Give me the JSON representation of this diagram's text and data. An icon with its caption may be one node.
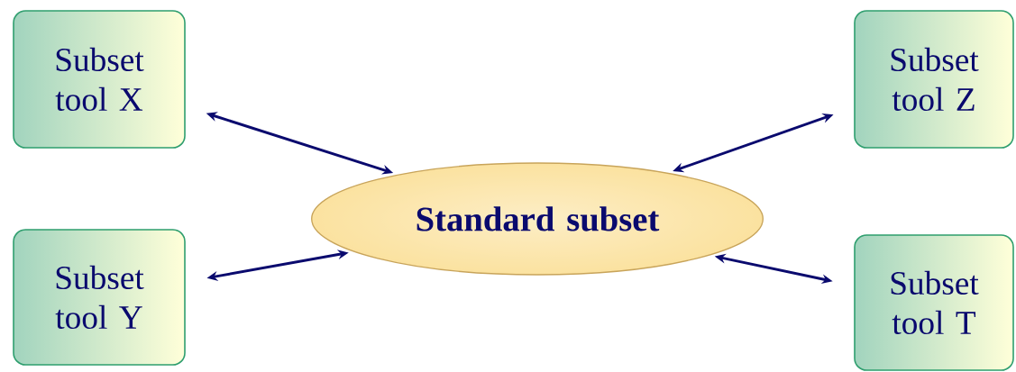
{
  "diagram": {
    "nodes": [
      {
        "text": [
          "Subset tool X"
        ]
      },
      {
        "text": [
          "Subset tool Z"
        ]
      },
      {
        "text": [
          "Standard subset"
        ]
      },
      {
        "text": [
          "Subset tool Y"
        ]
      },
      {
        "text": [
          "Subset tool T"
        ]
      }
    ],
    "edges": [
      {
        "from": 0,
        "to": 2,
        "arrow": "both"
      },
      {
        "from": 1,
        "to": 2,
        "arrow": "both"
      },
      {
        "from": 3,
        "to": 2,
        "arrow": "both"
      },
      {
        "from": 4,
        "to": 2,
        "arrow": "both"
      }
    ]
  }
}
